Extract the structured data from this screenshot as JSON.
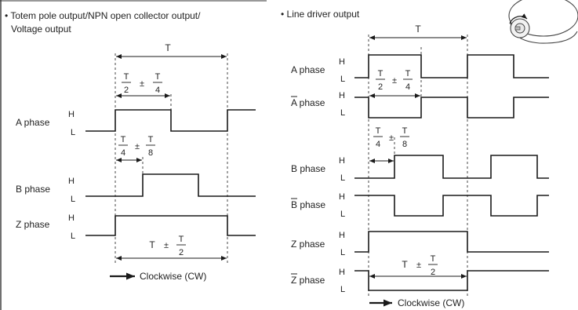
{
  "left_panel": {
    "heading_line1": "• Totem pole output/NPN open collector output/",
    "heading_line2": "Voltage output",
    "period": "T",
    "a_phase_label": "A phase",
    "b_phase_label": "B phase",
    "z_phase_label": "Z phase",
    "level_high": "H",
    "level_low": "L",
    "half_period_tol": {
      "a": "T",
      "b": "2",
      "pm": "±",
      "c": "T",
      "d": "4"
    },
    "quarter_period_tol": {
      "a": "T",
      "b": "4",
      "pm": "±",
      "c": "T",
      "d": "8"
    },
    "z_width": {
      "lead": "T",
      "pm": "±",
      "c": "T",
      "d": "2"
    },
    "direction": "Clockwise (CW)"
  },
  "right_panel": {
    "heading": "• Line driver output",
    "period": "T",
    "a_phase_label": "A phase",
    "a_bar_phase_label": "A phase",
    "b_phase_label": "B phase",
    "b_bar_phase_label": "B phase",
    "z_phase_label": "Z phase",
    "z_bar_phase_label": "Z phase",
    "level_high": "H",
    "level_low": "L",
    "half_period_tol": {
      "a": "T",
      "b": "2",
      "pm": "±",
      "c": "T",
      "d": "4"
    },
    "quarter_period_tol": {
      "a": "T",
      "b": "4",
      "pm": "±",
      "c": "T",
      "d": "8"
    },
    "z_width": {
      "lead": "T",
      "pm": "±",
      "c": "T",
      "d": "2"
    },
    "direction": "Clockwise (CW)"
  },
  "icons": [
    "rotary-encoder-icon",
    "arrow-right-icon"
  ]
}
